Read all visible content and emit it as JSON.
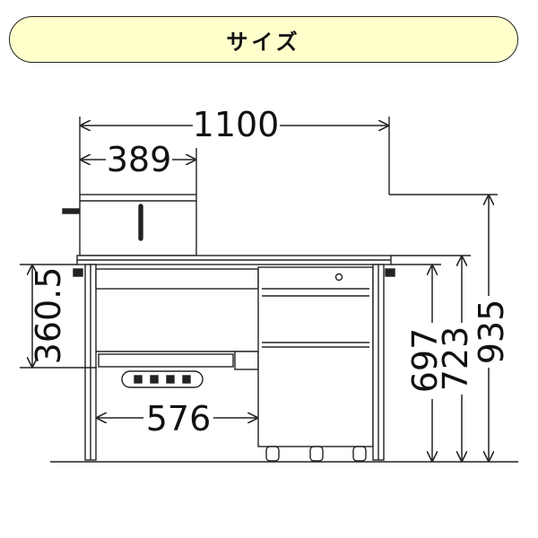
{
  "banner": {
    "title": "サイズ"
  },
  "dimensions": {
    "total_width": "1100",
    "upper_width": "389",
    "knee_width": "576",
    "upper_height": "360.5",
    "drawer_height": "697",
    "desk_height": "723",
    "total_height": "935"
  },
  "colors": {
    "banner_bg": "#ffffcc",
    "line": "#222222"
  }
}
